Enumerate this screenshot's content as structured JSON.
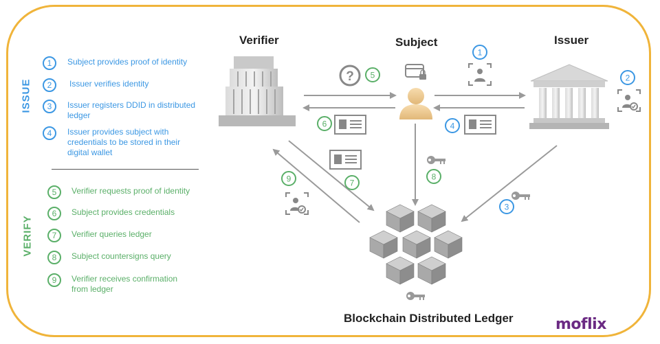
{
  "sections": {
    "issue": {
      "label": "ISSUE",
      "steps": [
        {
          "num": "1",
          "text": "Subject provides proof of identity"
        },
        {
          "num": "2",
          "text": "Issuer verifies identity"
        },
        {
          "num": "3",
          "text": "Issuer registers DDID in distributed ledger"
        },
        {
          "num": "4",
          "text": "Issuer provides subject with credentials to be stored in their digital wallet"
        }
      ]
    },
    "verify": {
      "label": "VERIFY",
      "steps": [
        {
          "num": "5",
          "text": "Verifier requests proof of identity"
        },
        {
          "num": "6",
          "text": "Subject provides credentials"
        },
        {
          "num": "7",
          "text": "Verifier queries ledger"
        },
        {
          "num": "8",
          "text": "Subject countersigns query"
        },
        {
          "num": "9",
          "text": "Verifier receives confirmation from ledger"
        }
      ]
    }
  },
  "roles": {
    "verifier": "Verifier",
    "subject": "Subject",
    "issuer": "Issuer"
  },
  "ledger_title": "Blockchain Distributed Ledger",
  "question_mark": "?",
  "brand": "moflix",
  "colors": {
    "issue": "#3b97e3",
    "verify": "#5aaf68",
    "border": "#f0b43a",
    "brand": "#6b2a83",
    "arrow": "#9a9a9a"
  }
}
